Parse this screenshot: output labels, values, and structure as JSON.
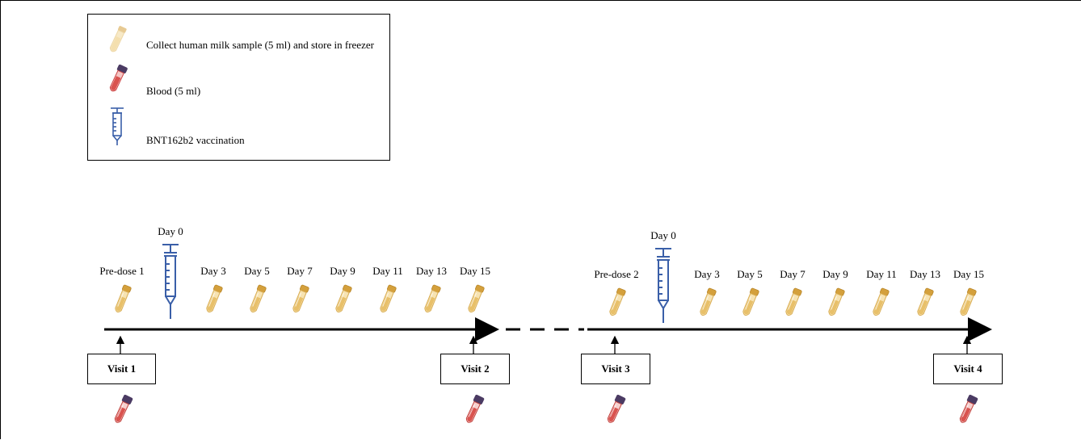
{
  "legend": {
    "items": [
      {
        "icon": "milk-tube-icon",
        "text": "Collect human milk sample (5 ml) and store in freezer"
      },
      {
        "icon": "blood-tube-icon",
        "text": "Blood (5 ml)"
      },
      {
        "icon": "syringe-icon",
        "text": "BNT162b2 vaccination"
      }
    ]
  },
  "timeline1": {
    "predose_label": "Pre-dose 1",
    "vaccine_label": "Day 0",
    "days": [
      "Day 3",
      "Day 5",
      "Day 7",
      "Day 9",
      "Day 11",
      "Day 13",
      "Day 15"
    ],
    "visits": [
      "Visit 1",
      "Visit 2"
    ]
  },
  "timeline2": {
    "predose_label": "Pre-dose 2",
    "vaccine_label": "Day 0",
    "days": [
      "Day 3",
      "Day 5",
      "Day 7",
      "Day 9",
      "Day 11",
      "Day 13",
      "Day 15"
    ],
    "visits": [
      "Visit 3",
      "Visit 4"
    ]
  },
  "colors": {
    "milk_tube": "#e8c06a",
    "blood_tube": "#d9534f",
    "blood_cap": "#4b3b63",
    "syringe": "#3a5fa8"
  }
}
